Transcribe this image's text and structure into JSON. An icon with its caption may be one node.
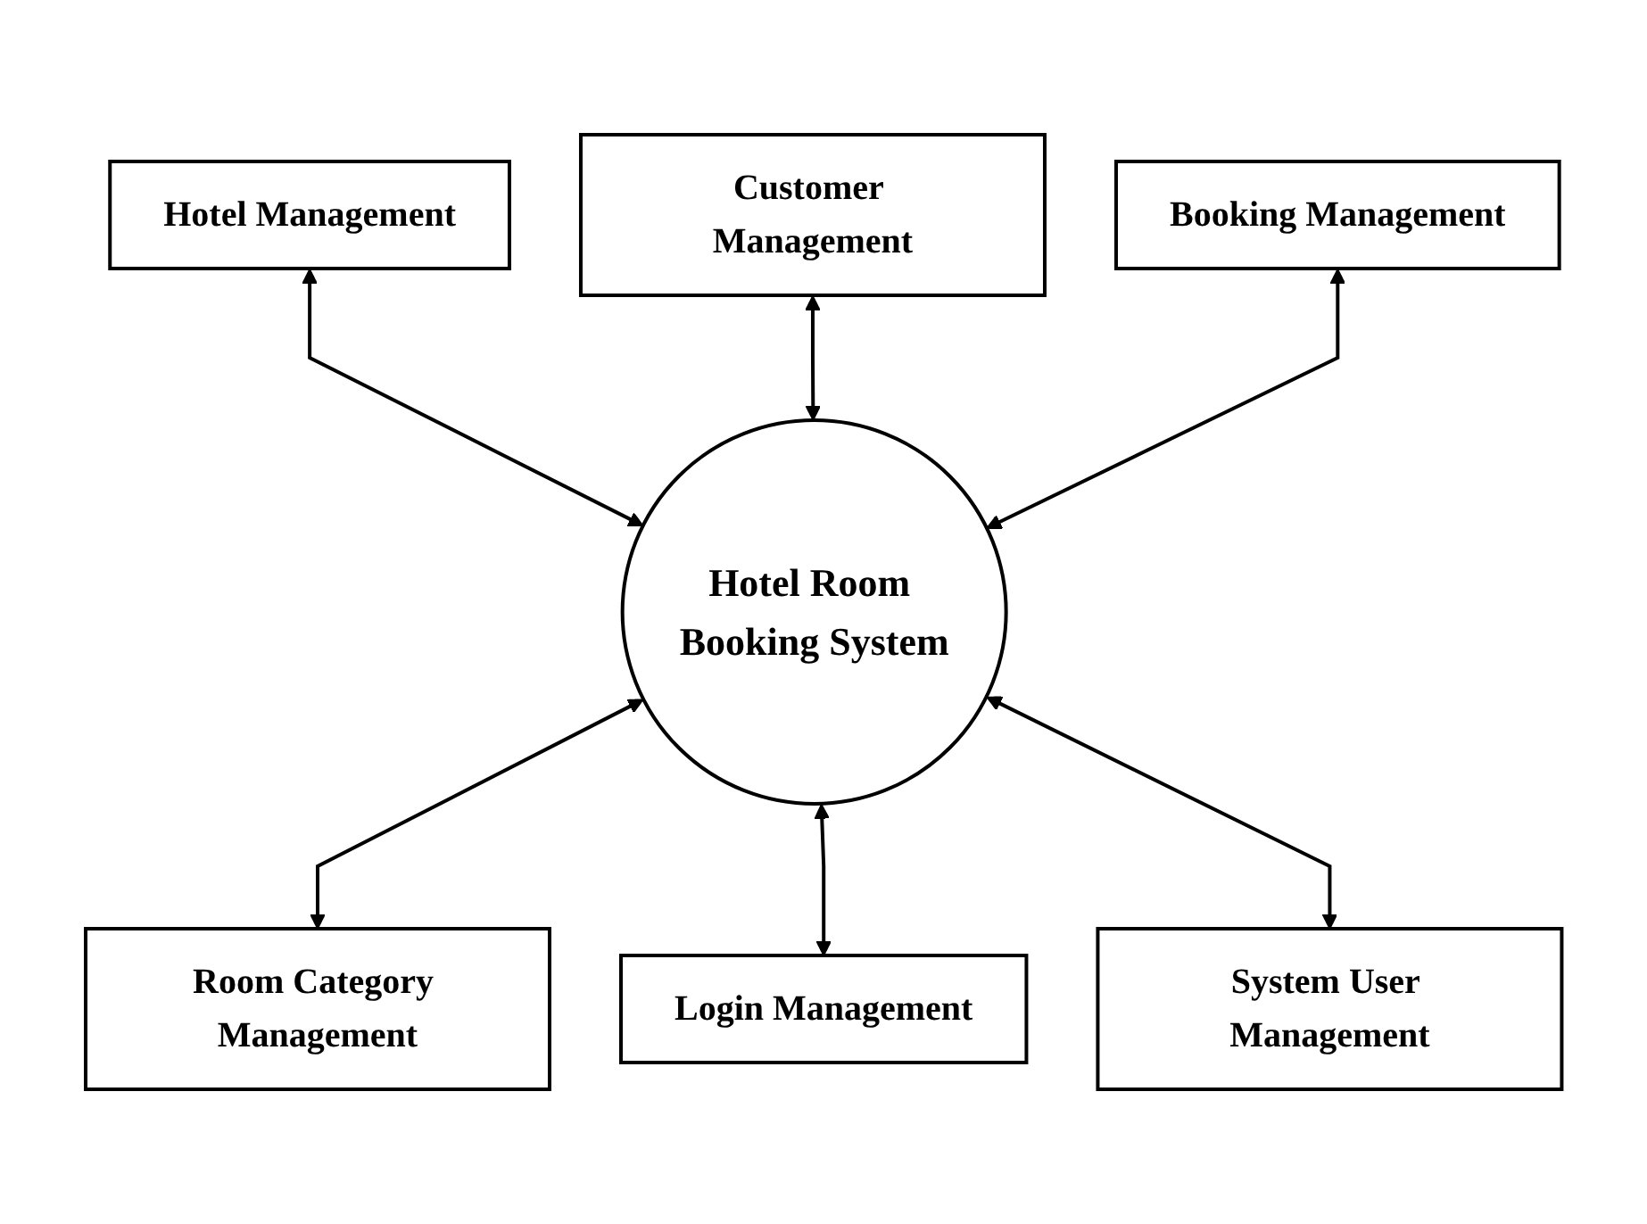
{
  "diagram": {
    "nodes": [
      {
        "text": [
          "Hotel Room Booking System"
        ]
      },
      {
        "text": [
          "Customer Management"
        ]
      },
      {
        "text": [
          "Hotel Management"
        ]
      },
      {
        "text": [
          "Booking Management"
        ]
      },
      {
        "text": [
          "Room Category Management"
        ]
      },
      {
        "text": [
          "System User Management"
        ]
      },
      {
        "text": [
          "Login Management"
        ]
      }
    ],
    "edges": [
      {
        "from": 2,
        "to": 0,
        "arrow": "both"
      },
      {
        "from": 1,
        "to": 0,
        "arrow": "both"
      },
      {
        "from": 3,
        "to": 0,
        "arrow": "both"
      },
      {
        "from": 0,
        "to": 4,
        "arrow": "both"
      },
      {
        "from": 0,
        "to": 6,
        "arrow": "both"
      },
      {
        "from": 0,
        "to": 5,
        "arrow": "both"
      }
    ]
  }
}
